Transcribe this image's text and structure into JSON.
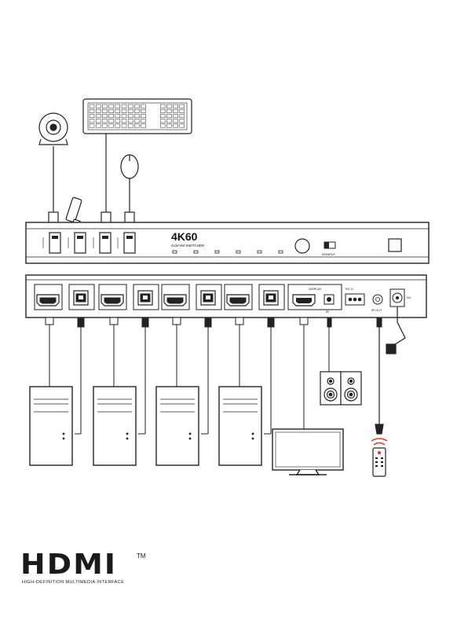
{
  "front_panel": {
    "model": "4K60",
    "subtitle": "4x1KVM SWITCHER",
    "ir_label": "IR/INPUT"
  },
  "rear_panel": {
    "display_label": "DISPLAY",
    "ir_label": "IR",
    "mic_label": "IR OUT",
    "rs232_label": "RX G",
    "power_label": "DC"
  },
  "logo": {
    "text": "HDMI",
    "tm": "TM",
    "tagline": "HIGH-DEFINITION MULTIMEDIA INTERFACE"
  }
}
